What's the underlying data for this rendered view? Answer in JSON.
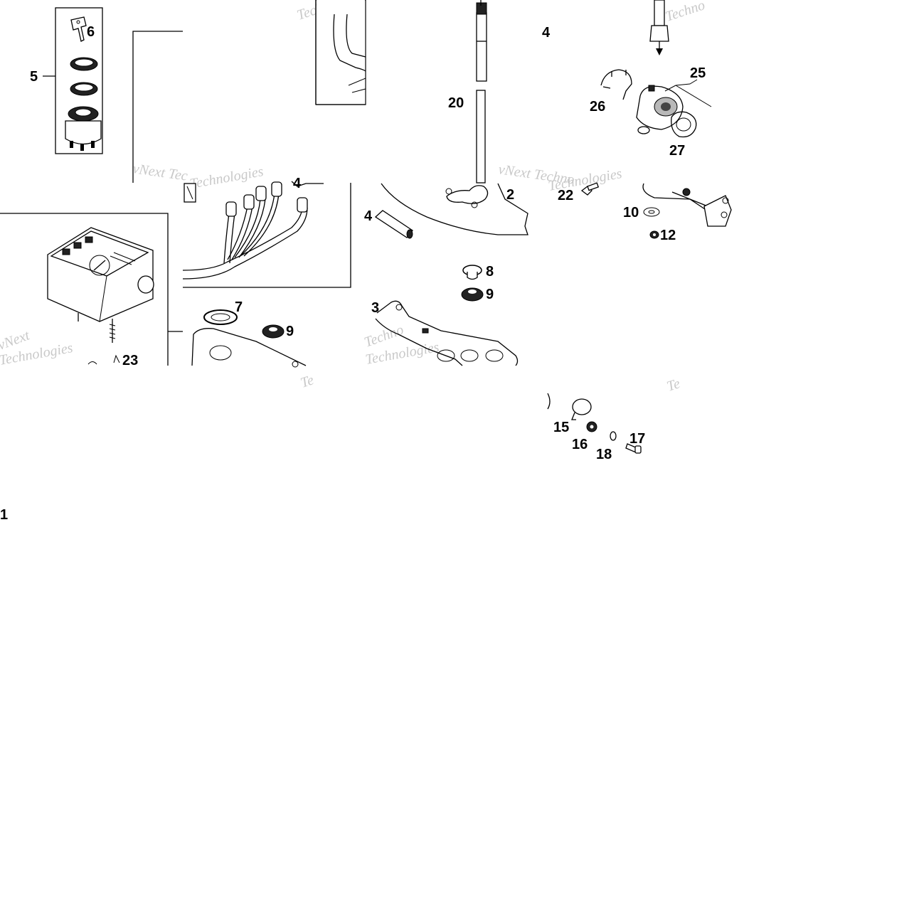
{
  "diagram": {
    "watermarks": [
      "Techno",
      "vNext Tec",
      "Technologies",
      "vNext Techno",
      "Techno",
      "vNext",
      "Technologies",
      "Technologies",
      "Technologies",
      "Techno",
      "Te",
      "Te"
    ],
    "callouts": {
      "p1": "1",
      "p2": "2",
      "p3": "3",
      "p4a": "4",
      "p4b": "4",
      "p5": "5",
      "p6": "6",
      "p7": "7",
      "p8": "8",
      "p9a": "9",
      "p9b": "9",
      "p10": "10",
      "p12": "12",
      "p15": "15",
      "p16": "16",
      "p17": "17",
      "p18": "18",
      "p20": "20",
      "p22": "22",
      "p23": "23",
      "p25": "25",
      "p26": "26",
      "p27": "27"
    }
  },
  "colors": {
    "line": "#000000",
    "watermark": "#c9c9c9",
    "background": "#ffffff"
  }
}
